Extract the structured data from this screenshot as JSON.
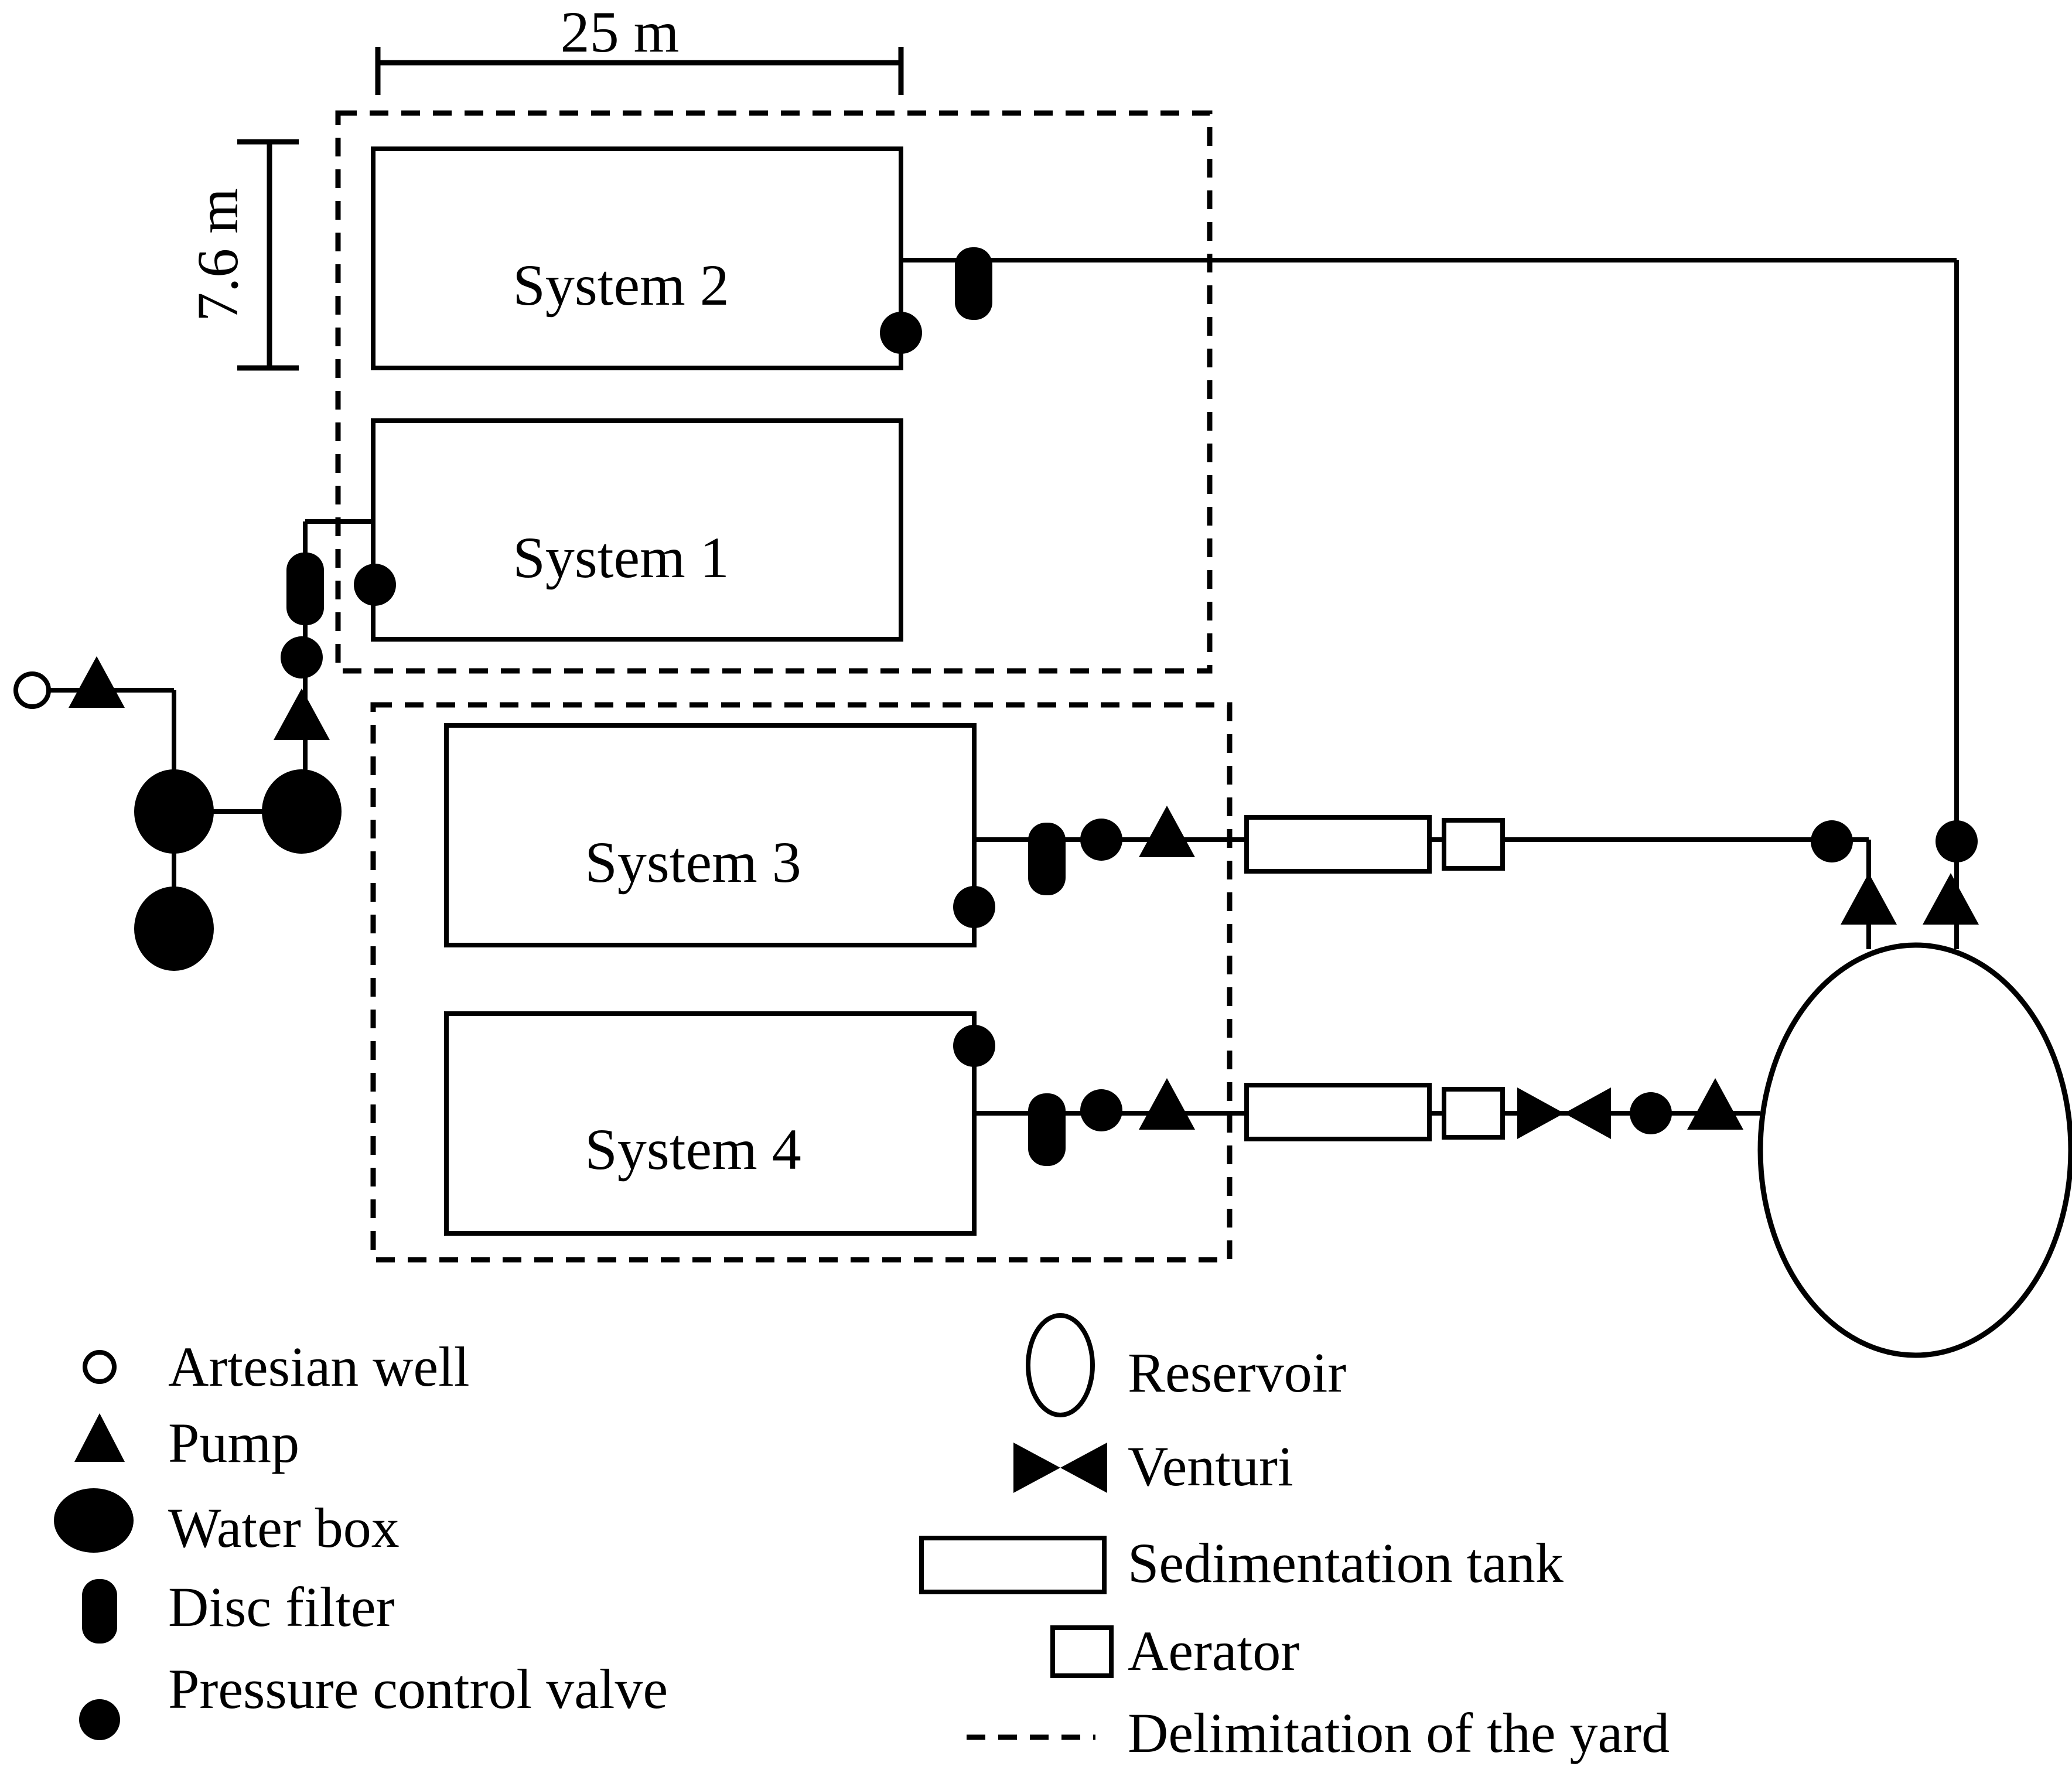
{
  "dimensions": {
    "width_label": "25 m",
    "height_label": "7.6 m"
  },
  "systems": {
    "s1": "System 1",
    "s2": "System 2",
    "s3": "System 3",
    "s4": "System 4"
  },
  "legend": {
    "artesian_well": "Artesian well",
    "pump": "Pump",
    "water_box": "Water box",
    "disc_filter": "Disc filter",
    "pressure_control_valve": "Pressure control valve",
    "reservoir": "Reservoir",
    "venturi": "Venturi",
    "sedimentation_tank": "Sedimentation tank",
    "aerator": "Aerator",
    "delimitation": "Delimitation of the yard"
  },
  "colors": {
    "stroke": "#000000",
    "fill_dark": "#000000",
    "fill_light": "#ffffff"
  }
}
